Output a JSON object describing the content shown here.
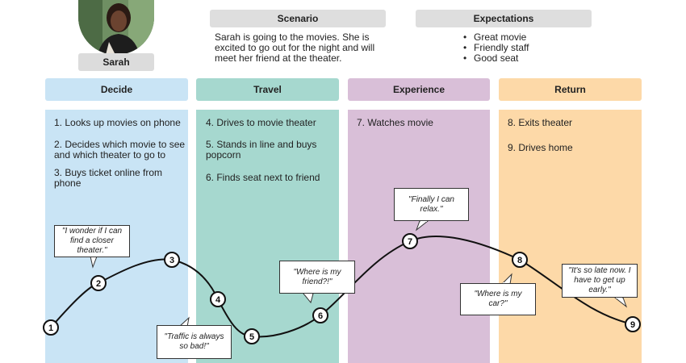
{
  "persona": {
    "name": "Sarah"
  },
  "scenario": {
    "label": "Scenario",
    "text": "Sarah is going to the movies. She is excited to go out for the night and will meet her friend at the theater."
  },
  "expectations": {
    "label": "Expectations",
    "items": [
      "Great movie",
      "Friendly staff",
      "Good seat"
    ]
  },
  "phases": [
    {
      "title": "Decide",
      "color": "#c9e4f5",
      "steps": [
        "1.  Looks up movies on phone",
        "2.  Decides which movie to see and which theater to go to",
        "3.  Buys ticket online from phone"
      ]
    },
    {
      "title": "Travel",
      "color": "#a6d8cf",
      "steps": [
        "4.  Drives to movie theater",
        "5.  Stands in line and buys popcorn",
        "6.  Finds seat next to friend"
      ]
    },
    {
      "title": "Experience",
      "color": "#d9bfd8",
      "steps": [
        "7.  Watches movie"
      ]
    },
    {
      "title": "Return",
      "color": "#fdd9a8",
      "steps": [
        "8.  Exits theater",
        "9.  Drives home"
      ]
    }
  ],
  "points": [
    "1",
    "2",
    "3",
    "4",
    "5",
    "6",
    "7",
    "8",
    "9"
  ],
  "quotes": [
    "\"I wonder if I can find a closer theater.\"",
    "\"Traffic is always so bad!\"",
    "\"Where is my friend?!\"",
    "\"Finally I can relax.\"",
    "\"Where is my car?\"",
    "\"It's so late now. I have to get up early.\""
  ]
}
